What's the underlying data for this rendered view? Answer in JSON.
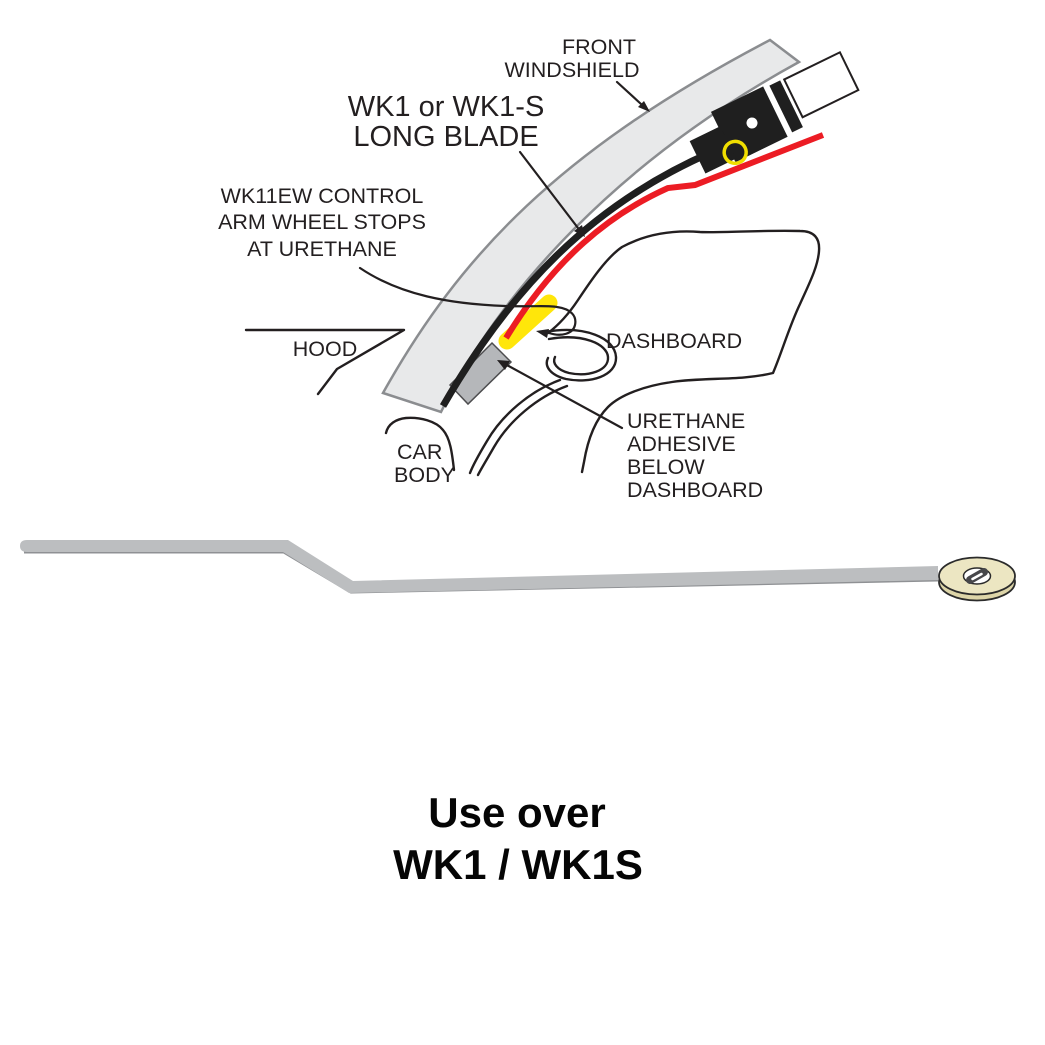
{
  "page": {
    "background": "#ffffff"
  },
  "diagram": {
    "labels": {
      "front_windshield": [
        "FRONT",
        "WINDSHIELD"
      ],
      "long_blade": [
        "WK1 or WK1-S",
        "LONG BLADE"
      ],
      "control_arm": [
        "WK11EW CONTROL",
        "ARM WHEEL STOPS",
        "AT URETHANE"
      ],
      "hood": "HOOD",
      "dashboard": "DASHBOARD",
      "car_body": [
        "CAR",
        "BODY"
      ],
      "urethane_adhesive": [
        "URETHANE",
        "ADHESIVE",
        "BELOW",
        "DASHBOARD"
      ]
    },
    "colors": {
      "windshield_fill": "#e8e9ea",
      "windshield_stroke": "#8b8d90",
      "blade_black": "#1f1f1f",
      "control_arm_red": "#ec1c24",
      "wheel_stop_yellow": "#ffe60a",
      "pivot_ring_yellow": "#f0de00",
      "urethane_gray": "#b5b7ba",
      "outline_black": "#231f20"
    }
  },
  "tool": {
    "colors": {
      "bar_gray": "#bcbec0",
      "bar_shadow_gray": "#8f9194",
      "disc_face_cream": "#ece6c2",
      "disc_rim_cream": "#ddd5a8"
    }
  },
  "caption": [
    "Use over",
    "WK1 / WK1S"
  ]
}
